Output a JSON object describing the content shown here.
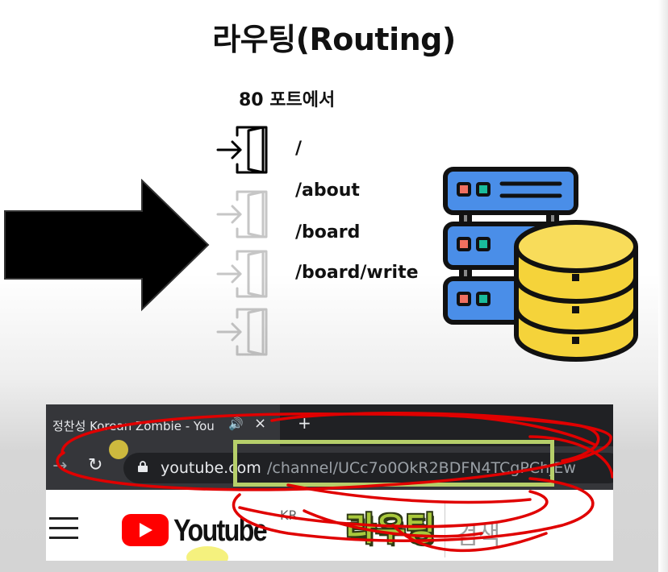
{
  "title": "라우팅(Routing)",
  "port_label": "80 포트에서",
  "routes": [
    "/",
    "/about",
    "/board",
    "/board/write"
  ],
  "icons": {
    "arrow": "big-black-right-arrow",
    "door": "enter-door-icon",
    "server": "server-rack-icon",
    "database": "database-cylinder-icon"
  },
  "colors": {
    "server_blue": "#4a8ee8",
    "db_yellow": "#f5d33a",
    "led_red": "#f07060",
    "led_teal": "#1abc9c",
    "scribble_red": "#e00000",
    "highlight_green": "#b6cf6a"
  },
  "browser": {
    "tab_title": "정찬성 Korean Zombie - You",
    "tab_audio": "🔊",
    "tab_close": "×",
    "new_tab": "+",
    "url_host": "youtube.com",
    "url_path": "/channel/UCc7o0OkR2BDFN4TCgPChjEw",
    "forward": "→",
    "reload": "↻"
  },
  "youtube": {
    "wordmark": "Youtube",
    "country": "KR",
    "sticker": "라우팅",
    "search_placeholder": "검색"
  }
}
